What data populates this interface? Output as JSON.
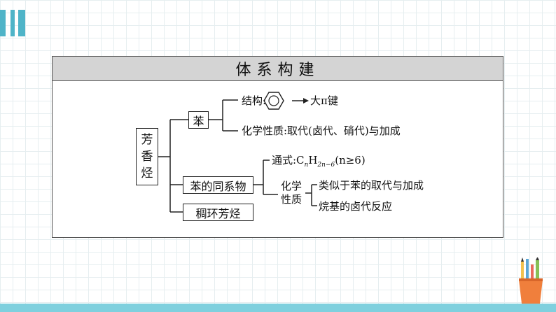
{
  "title": "体系构建",
  "root": [
    "芳",
    "香",
    "烃"
  ],
  "benzene": {
    "label": "苯",
    "structure_label": "结构:",
    "structure_result": "大π键",
    "chemistry": "化学性质:取代(卤代、硝代)与加成"
  },
  "homolog": {
    "label": "苯的同系物",
    "formula_prefix": "通式:C",
    "formula_n": "n",
    "formula_h": "H",
    "formula_sub": "2n−6",
    "formula_condition": "(n≥6)",
    "chem_label": [
      "化学",
      "性质"
    ],
    "chem_items": [
      "类似于苯的取代与加成",
      "烷基的卤代反应"
    ]
  },
  "fused": {
    "label": "稠环芳烃"
  },
  "colors": {
    "accent": "#4fb4c8",
    "band": "#7fd0de",
    "title_bg": "#d4d4d4"
  }
}
